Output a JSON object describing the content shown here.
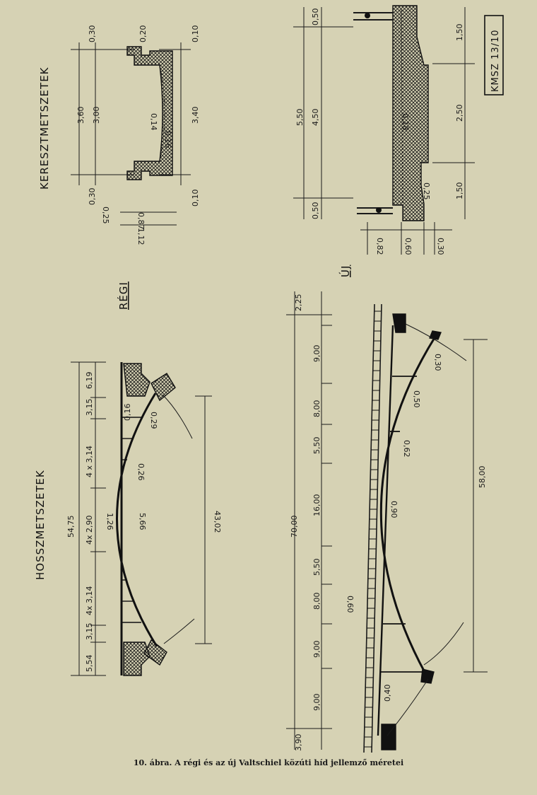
{
  "headings": {
    "cross_sections": "KERESZTMETSZETEK",
    "long_sections": "HOSSZMETSZETEK",
    "old": "RÉGI",
    "new": "ÚJ",
    "stamp": "KMSZ 13/10"
  },
  "old_cross": {
    "d030a": "0,30",
    "d360": "3,60",
    "d300": "3,00",
    "d030b": "0,30",
    "d020": "0,20",
    "d014": "0,14",
    "d016": "0,16",
    "d010a": "0,10",
    "d340": "3,40",
    "d010b": "0,10",
    "d025": "0,25",
    "d087": "0,87",
    "d112": "1,12"
  },
  "new_cross": {
    "d050a": "0,50",
    "d550": "5,50",
    "d450": "4,50",
    "d050b": "0,50",
    "d018": "0,18",
    "d025": "0,25",
    "d150a": "1,50",
    "d250": "2,50",
    "d150b": "1,50",
    "d082": "0,82",
    "d060": "0,60",
    "d030": "0,30"
  },
  "old_long": {
    "total": "54,75",
    "s554": "5,54",
    "s315a": "3,15",
    "s4x314a": "4x 3,14",
    "s4x290": "4x 2,90",
    "s4x314b": "4 x 3,14",
    "s315b": "3,15",
    "s619": "6,19",
    "d126": "1,26",
    "d566": "5,66",
    "d016": "0,16",
    "d029": "0,29",
    "d026": "0,26",
    "span": "43,02"
  },
  "new_long": {
    "total": "70,00",
    "s390": "3,90",
    "s900a": "9,00",
    "s900b": "9,00",
    "s800a": "8,00",
    "s550a": "5,50",
    "s1600": "16,00",
    "s550b": "5,50",
    "s800b": "8,00",
    "s900c": "9,00",
    "s225": "2,25",
    "d040": "0,40",
    "d060": "0,60",
    "d090": "0,90",
    "d062": "0,62",
    "d050": "0,50",
    "d030": "0,30",
    "span": "58,00"
  },
  "caption": "10. ábra. A régi és az új Valtschiel közúti híd jellemző méretei"
}
